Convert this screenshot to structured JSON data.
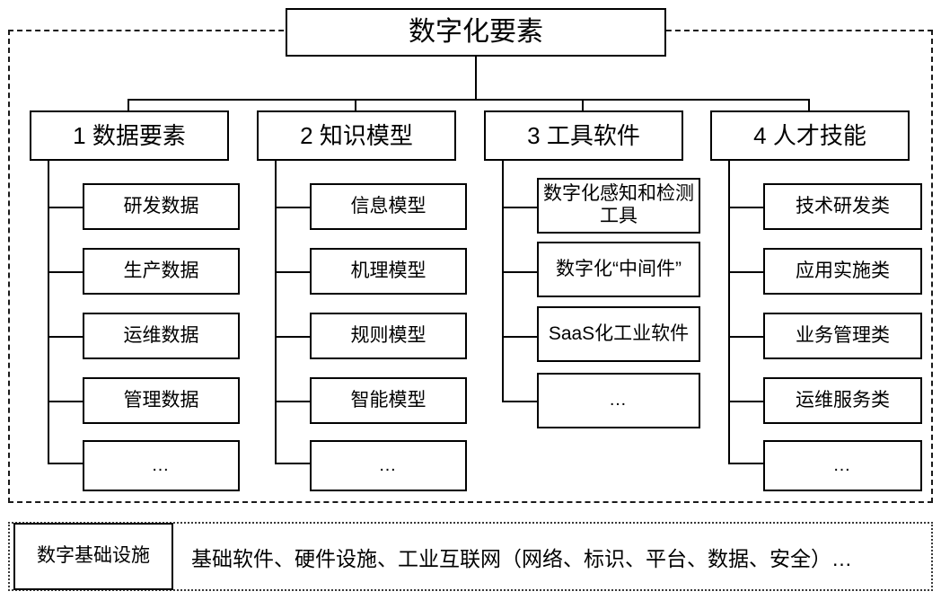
{
  "diagram": {
    "title": "数字化要素",
    "root": {
      "label": "数字化要素"
    },
    "categories": [
      {
        "id": "data-elements",
        "label": "1 数据要素",
        "items": [
          {
            "label": "研发数据"
          },
          {
            "label": "生产数据"
          },
          {
            "label": "运维数据"
          },
          {
            "label": "管理数据"
          },
          {
            "label": "…"
          }
        ]
      },
      {
        "id": "knowledge-models",
        "label": "2 知识模型",
        "items": [
          {
            "label": "信息模型"
          },
          {
            "label": "机理模型"
          },
          {
            "label": "规则模型"
          },
          {
            "label": "智能模型"
          },
          {
            "label": "…"
          }
        ]
      },
      {
        "id": "tool-software",
        "label": "3 工具软件",
        "items": [
          {
            "label": "数字化感知和检测工具"
          },
          {
            "label": "数字化“中间件”"
          },
          {
            "label": "SaaS化工业软件"
          },
          {
            "label": "…"
          }
        ]
      },
      {
        "id": "talent-skills",
        "label": "4 人才技能",
        "items": [
          {
            "label": "技术研发类"
          },
          {
            "label": "应用实施类"
          },
          {
            "label": "业务管理类"
          },
          {
            "label": "运维服务类"
          },
          {
            "label": "…"
          }
        ]
      }
    ],
    "infrastructure": {
      "label": "数字基础设施",
      "content": "基础软件、硬件设施、工业互联网（网络、标识、平台、数据、安全）…"
    },
    "colors": {
      "stroke": "#000000",
      "background": "#ffffff",
      "dashed_border": "#1a1a1a",
      "dotted_border": "#3a3a3a"
    }
  }
}
